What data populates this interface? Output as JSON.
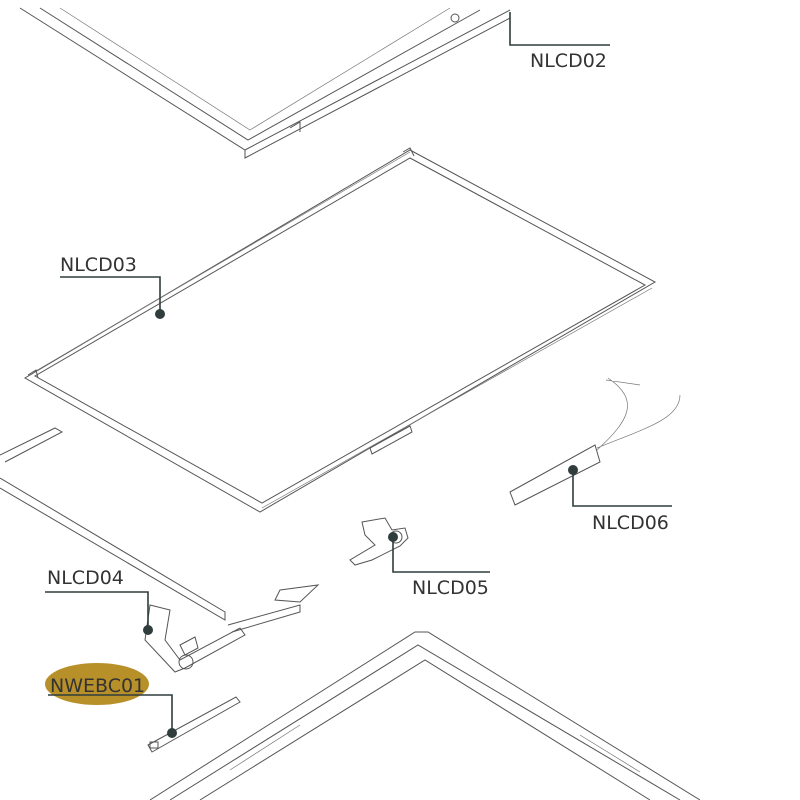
{
  "diagram": {
    "title": "LCD assembly exploded view",
    "highlight_color": "#b8902a",
    "callouts": [
      {
        "id": "NLCD02",
        "label": "NLCD02"
      },
      {
        "id": "NLCD03",
        "label": "NLCD03"
      },
      {
        "id": "NLCD04",
        "label": "NLCD04"
      },
      {
        "id": "NLCD05",
        "label": "NLCD05"
      },
      {
        "id": "NLCD06",
        "label": "NLCD06"
      },
      {
        "id": "NWEBC01",
        "label": "NWEBC01",
        "highlighted": true
      }
    ]
  }
}
